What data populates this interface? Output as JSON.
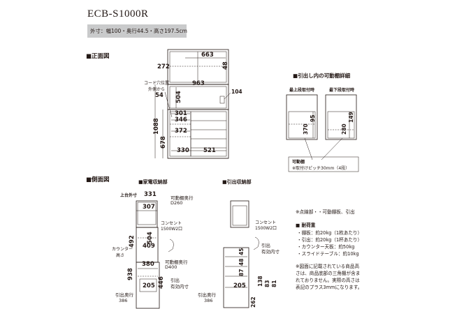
{
  "header": {
    "model": "ECB-S1000R",
    "outer_dims": "外寸：幅100・奥行44.5・高さ197.5cm"
  },
  "front_view": {
    "section_title": "■正面図",
    "dims": {
      "top_width": "663",
      "left_top": "272",
      "right_top": "48",
      "mid_width": "963",
      "cord_hole_label": "コード穴位置",
      "cord_hole_label2": "外側から",
      "cord_hole_value": "54",
      "inner_height": "504",
      "hole_right": "104",
      "d301": "301",
      "d346": "346",
      "d372": "372",
      "total_height": "1088",
      "lower_height": "678",
      "bottom_left": "330",
      "bottom_right": "521"
    }
  },
  "drawer_detail": {
    "section_title": "■引出し内の可動棚詳細",
    "top_label": "最上段取付時",
    "bottom_label": "最下段取付時",
    "left_a": "370",
    "left_b": "95",
    "right_a": "280",
    "right_b": "149",
    "caption1": "可動棚",
    "caption2": "※取付けピッチ30mm（4段）"
  },
  "side_view": {
    "section_title": "■側面図",
    "appliance_title": "■家電収納部",
    "drawer_title": "■引出収納部",
    "top_outer_label": "上台外寸",
    "top_outer_value": "331",
    "shelf_depth_label": "可動棚奥行",
    "shelf_depth_value": "D260",
    "d307": "307",
    "d504": "504",
    "d492": "492",
    "d409": "409",
    "outlet": "コンセント",
    "outlet_spec": "1500W2口",
    "counter_label": "カウンター",
    "counter_label2": "高さ",
    "shelf_depth2_label": "可動棚奥行",
    "shelf_depth2_value": "D400",
    "d380": "380",
    "d938": "938",
    "d446": "446",
    "pull_label": "引出",
    "pull_label2": "有効内寸",
    "d205": "205",
    "drawer_depth_label": "引出奥行",
    "drawer_depth_value": "386",
    "drawer_stack": [
      "262",
      "138",
      "83",
      "81",
      "87",
      "48",
      "45"
    ]
  },
  "notes": {
    "points": "※点線部・・可動棚板、引出",
    "load_title": "■ 耐荷重",
    "loads": [
      "・棚板：約20kg（1枚あたり）",
      "・引出：約20kg（1杯あたり）",
      "・カウンター天板：約50kg",
      "・スライドテーブル：約10kg"
    ],
    "footnote": [
      "※図面に記載されている商品高",
      "さは、商品底部の三角棚が含ま",
      "れておりません。実際の高さは",
      "表記のプラス3mmになります。"
    ]
  }
}
